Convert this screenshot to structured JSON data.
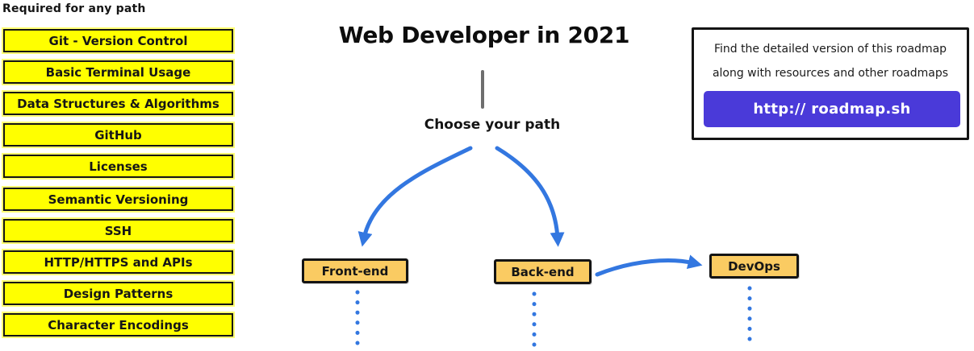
{
  "header": {
    "title": "Web Developer in 2021"
  },
  "required": {
    "title": "Required for any path",
    "items": [
      "Git - Version Control",
      "Basic Terminal Usage",
      "Data Structures & Algorithms",
      "GitHub",
      "Licenses",
      "Semantic Versioning",
      "SSH",
      "HTTP/HTTPS and APIs",
      "Design Patterns",
      "Character Encodings"
    ]
  },
  "flow": {
    "choose_label": "Choose your path",
    "paths": [
      {
        "label": "Front-end"
      },
      {
        "label": "Back-end"
      },
      {
        "label": "DevOps"
      }
    ],
    "connections": [
      {
        "from": "Choose your path",
        "to": "Front-end"
      },
      {
        "from": "Choose your path",
        "to": "Back-end"
      },
      {
        "from": "Back-end",
        "to": "DevOps"
      }
    ]
  },
  "info_box": {
    "line1": "Find the detailed version of this roadmap",
    "line2": "along with resources and other roadmaps",
    "button_label": "http:// roadmap.sh"
  },
  "colors": {
    "highlight_yellow": "#FFFF00",
    "node_amber": "#FACB62",
    "arrow_blue": "#3377E0",
    "button_purple": "#4A3AD9",
    "connector_gray": "#6E6E6E"
  }
}
